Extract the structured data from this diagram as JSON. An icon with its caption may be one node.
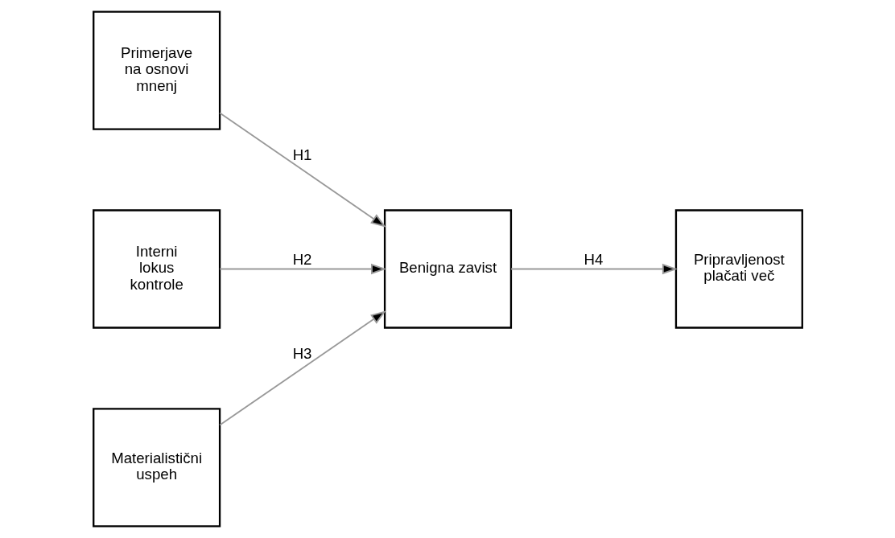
{
  "diagram": {
    "nodes": [
      {
        "text": [
          "Primerjave na osnovi mnenj"
        ]
      },
      {
        "text": [
          "Interni lokus kontrole"
        ]
      },
      {
        "text": [
          "Materialistični uspeh"
        ]
      },
      {
        "text": [
          "Benigna zavist"
        ]
      },
      {
        "text": [
          "Pripravljenost plačati več"
        ]
      }
    ],
    "edges": [
      {
        "from": 0,
        "to": 3,
        "arrow": "to",
        "label": "H1"
      },
      {
        "from": 1,
        "to": 3,
        "arrow": "to",
        "label": "H2"
      },
      {
        "from": 2,
        "to": 3,
        "arrow": "to",
        "label": "H3"
      },
      {
        "from": 3,
        "to": 4,
        "arrow": "to",
        "label": "H4"
      }
    ]
  }
}
